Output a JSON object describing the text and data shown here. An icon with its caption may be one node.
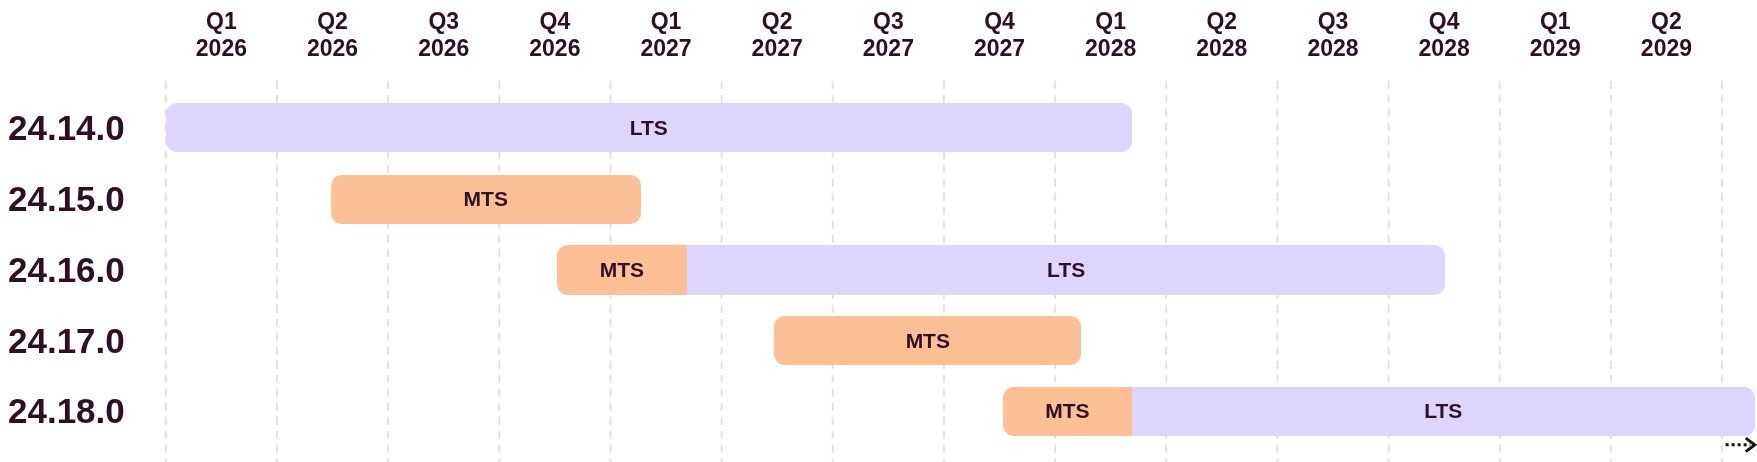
{
  "diagram": {
    "nodes": [
      {
        "text": [
          "LTS"
        ]
      },
      {
        "text": [
          "MTS"
        ]
      },
      {
        "text": [
          "MTS"
        ]
      },
      {
        "text": [
          "LTS"
        ]
      },
      {
        "text": [
          "MTS"
        ]
      },
      {
        "text": [
          "MTS"
        ]
      },
      {
        "text": [
          "LTS"
        ]
      }
    ],
    "labels": [
      "Q1 2026",
      "Q2 2026",
      "Q3 2026",
      "Q4 2026",
      "Q1 2027",
      "Q2 2027",
      "Q3 2027",
      "Q4 2027",
      "Q1 2028",
      "Q2 2028",
      "Q3 2028",
      "Q4 2028",
      "Q1 2029",
      "Q2 2029",
      "24.14.0",
      "24.15.0",
      "24.16.0",
      "24.17.0",
      "24.18.0"
    ]
  }
}
